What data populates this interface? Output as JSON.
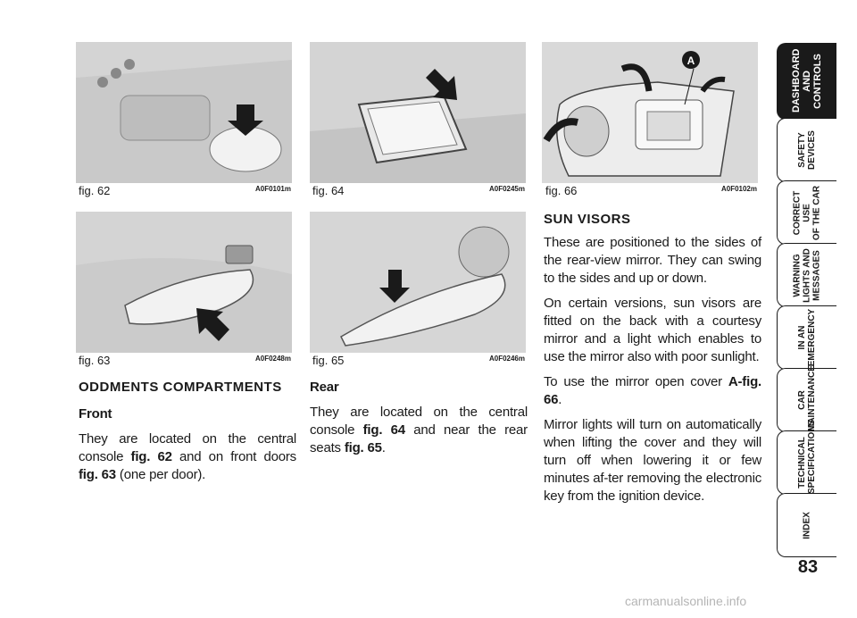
{
  "figures": [
    {
      "caption": "fig. 62",
      "code": "A0F0101m"
    },
    {
      "caption": "fig. 64",
      "code": "A0F0245m"
    },
    {
      "caption": "fig. 66",
      "code": "A0F0102m"
    },
    {
      "caption": "fig. 63",
      "code": "A0F0248m"
    },
    {
      "caption": "fig. 65",
      "code": "A0F0246m"
    }
  ],
  "fig66_label": "A",
  "col1": {
    "heading": "ODDMENTS COMPARTMENTS",
    "subheading": "Front",
    "p1_a": "They are located on the central console ",
    "p1_ref1": "fig. 62",
    "p1_b": " and on front doors ",
    "p1_ref2": "fig. 63",
    "p1_c": " (one per door)."
  },
  "col2": {
    "subheading": "Rear",
    "p1_a": "They are located on the central console ",
    "p1_ref1": "fig. 64",
    "p1_b": " and near the rear seats ",
    "p1_ref2": "fig. 65",
    "p1_c": "."
  },
  "col3": {
    "heading": "SUN VISORS",
    "p1": "These are positioned to the sides of the rear-view mirror. They can swing to the sides and up or down.",
    "p2": "On certain versions, sun visors are fitted on the back with a courtesy mirror and a light which enables to use the mirror also with poor sunlight.",
    "p3_a": "To use the mirror open cover ",
    "p3_ref": "A-fig. 66",
    "p3_b": ".",
    "p4": "Mirror lights will turn on automatically when lifting the cover and they will turn off when lowering it or few minutes af-ter removing the electronic key from the ignition device."
  },
  "index_tabs": [
    {
      "label": "DASHBOARD\nAND\nCONTROLS",
      "active": true
    },
    {
      "label": "SAFETY\nDEVICES",
      "active": false
    },
    {
      "label": "CORRECT USE\nOF THE CAR",
      "active": false
    },
    {
      "label": "WARNING\nLIGHTS AND\nMESSAGES",
      "active": false
    },
    {
      "label": "IN AN\nEMERGENCY",
      "active": false
    },
    {
      "label": "CAR\nMAINTENANCE",
      "active": false
    },
    {
      "label": "TECHNICAL\nSPECIFICATIONS",
      "active": false
    },
    {
      "label": "INDEX",
      "active": false
    }
  ],
  "page_number": "83",
  "watermark": "carmanualsonline.info"
}
